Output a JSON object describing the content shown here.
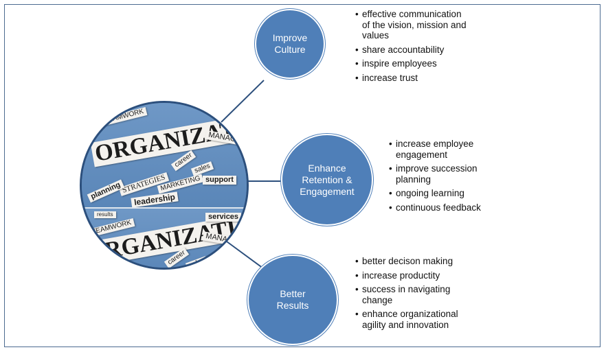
{
  "diagram": {
    "hub_image": {
      "scraps_top": [
        "TEAMWORK",
        "ORGANIZATI",
        "career",
        "sales",
        "MANAGEME",
        "STRATEGIES",
        "MARKETING",
        "support",
        "planning",
        "leadership"
      ],
      "scraps_bottom": [
        "results",
        "TEAMWORK",
        "ORGANIZATI",
        "services",
        "career",
        "MANAGE",
        "sales"
      ]
    },
    "nodes": [
      {
        "label": "Improve\nCulture",
        "bullets": [
          "effective communication\nof the vision, mission and\nvalues",
          "share accountability",
          "inspire employees",
          "increase trust"
        ]
      },
      {
        "label": "Enhance\nRetention &\nEngagement",
        "bullets": [
          "increase employee\nengagement",
          "improve succession\nplanning",
          "ongoing learning",
          "continuous feedback"
        ]
      },
      {
        "label": "Better\nResults",
        "bullets": [
          "better decison making",
          "increase productity",
          "success in navigating\nchange",
          "enhance organizational\nagility and innovation"
        ]
      }
    ],
    "colors": {
      "node_fill": "#4f7fb8",
      "connector": "#2c4f7c",
      "frame_border": "#4b6a90"
    }
  }
}
